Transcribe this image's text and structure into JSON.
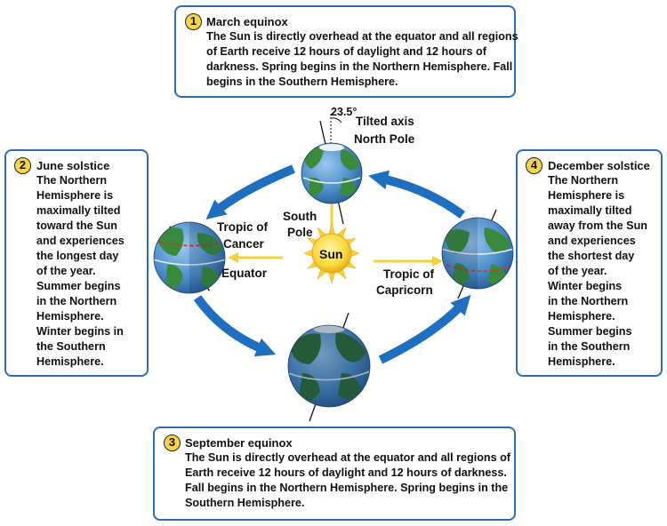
{
  "march": {
    "number": "1",
    "title": "March equinox",
    "text": "The Sun is directly overhead at the equator and all regions of Earth receive 12 hours of daylight and 12 hours of darkness. Spring begins in the Northern Hemisphere. Fall begins in the Southern Hemisphere."
  },
  "june": {
    "number": "2",
    "title": "June solstice",
    "lines": [
      "The Northern",
      "Hemisphere is",
      "maximally tilted",
      "toward the Sun",
      "and experiences",
      "the longest day",
      "of the year.",
      "Summer begins",
      "in the Northern",
      "Hemisphere.",
      "Winter begins in",
      "the Southern",
      "Hemisphere."
    ]
  },
  "september": {
    "number": "3",
    "title": "September equinox",
    "text": "The Sun is directly overhead at the equator and all regions of Earth receive 12 hours of daylight and 12 hours of darkness. Fall begins in the Northern Hemisphere. Spring begins in the Southern Hemisphere."
  },
  "december": {
    "number": "4",
    "title": "December solstice",
    "lines": [
      "The Northern",
      "Hemisphere is",
      "maximally tilted",
      "away from the Sun",
      "and experiences",
      "the shortest day",
      "of the year.",
      "Winter begins",
      "in the Northern",
      "Hemisphere.",
      "Summer begins",
      "in the Southern",
      "Hemisphere."
    ]
  },
  "labels": {
    "tilt_angle": "23.5°",
    "tilted_axis": "Tilted axis",
    "north_pole": "North Pole",
    "south_pole_1": "South",
    "south_pole_2": "Pole",
    "sun": "Sun",
    "tropic_cancer_1": "Tropic of",
    "tropic_cancer_2": "Cancer",
    "equator": "Equator",
    "tropic_capricorn_1": "Tropic of",
    "tropic_capricorn_2": "Capricorn"
  },
  "colors": {
    "box_border": "#2f6db3",
    "badge": "#f7d54a",
    "orbit_arrow": "#1f6fc0",
    "sun_ray": "#f5d23a",
    "ocean": "#3d7fc0",
    "land": "#2f7a3a",
    "tropic_line": "#d9302a"
  }
}
